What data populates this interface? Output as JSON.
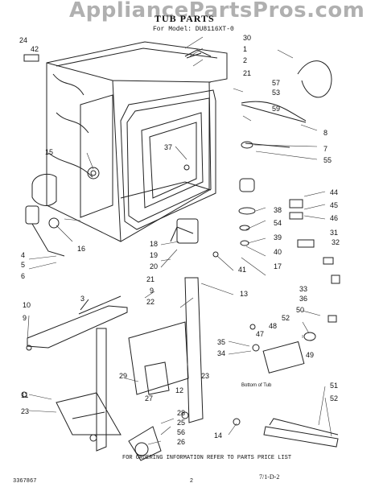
{
  "watermark": "AppliancePartsPros.com",
  "title": "TUB PARTS",
  "model_line": "For Model: DU8116XT-0",
  "footer_note": "FOR ORDERING INFORMATION REFER TO PARTS PRICE LIST",
  "document_number": "3367867",
  "page_number": "2",
  "date_code": "7/1-D-2",
  "annotation": "Bottom of Tub",
  "callouts": [
    "24",
    "42",
    "30",
    "1",
    "2",
    "21",
    "57",
    "53",
    "59",
    "8",
    "15",
    "37",
    "7",
    "55",
    "44",
    "45",
    "46",
    "31",
    "32",
    "4",
    "5",
    "6",
    "16",
    "18",
    "19",
    "20",
    "21",
    "38",
    "54",
    "39",
    "40",
    "17",
    "41",
    "33",
    "36",
    "9",
    "10",
    "3",
    "22",
    "13",
    "50",
    "52",
    "48",
    "47",
    "49",
    "9",
    "35",
    "34",
    "29",
    "23",
    "27",
    "12",
    "11",
    "23",
    "28",
    "25",
    "26",
    "51",
    "52",
    "14",
    "56"
  ]
}
